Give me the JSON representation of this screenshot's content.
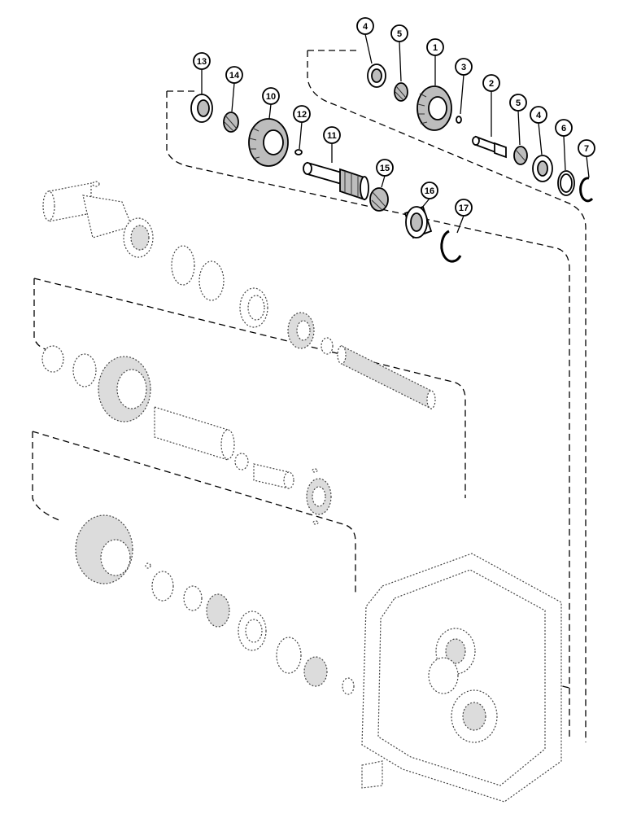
{
  "callouts": [
    {
      "id": "c1",
      "label": "1"
    },
    {
      "id": "c2",
      "label": "2"
    },
    {
      "id": "c3",
      "label": "3"
    },
    {
      "id": "c4a",
      "label": "4"
    },
    {
      "id": "c4b",
      "label": "4"
    },
    {
      "id": "c5a",
      "label": "5"
    },
    {
      "id": "c5b",
      "label": "5"
    },
    {
      "id": "c6",
      "label": "6"
    },
    {
      "id": "c7",
      "label": "7"
    },
    {
      "id": "c10",
      "label": "10"
    },
    {
      "id": "c11",
      "label": "11"
    },
    {
      "id": "c12",
      "label": "12"
    },
    {
      "id": "c13",
      "label": "13"
    },
    {
      "id": "c14",
      "label": "14"
    },
    {
      "id": "c15",
      "label": "15"
    },
    {
      "id": "c16",
      "label": "16"
    },
    {
      "id": "c17",
      "label": "17"
    }
  ]
}
